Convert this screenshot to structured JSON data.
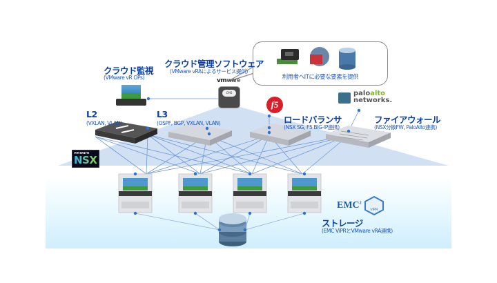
{
  "diagram": {
    "callout": {
      "text": "利用者へITに必要な要素を提供",
      "icons": [
        "cpu-memory-icon",
        "firewall-globe-icon",
        "database-icon"
      ]
    },
    "cloud_mgmt": {
      "title": "クラウド管理ソフトウェア",
      "subtitle": "(VMware vRAによるサービス提供)",
      "vendor_logo": "vmware",
      "device_label": "CMS"
    },
    "cloud_monitor": {
      "title": "クラウド監視",
      "subtitle": "(VMware vR OPs)"
    },
    "l2": {
      "title": "L2",
      "subtitle": "(VXLAN, VLAN)"
    },
    "l3": {
      "title": "L3",
      "subtitle": "(OSPF, BGP, VXLAN, VLAN)"
    },
    "load_balancer": {
      "title": "ロードバランサ",
      "subtitle": "(NSX SG, F5 BIG-IP連携)",
      "vendor_logo": "f5"
    },
    "firewall": {
      "title": "ファイアウォール",
      "subtitle": "(NSX分散FW, PaloAlto連携)",
      "vendor_logo_main": "palo",
      "vendor_logo_accent": "alto",
      "vendor_logo_line2": "networks."
    },
    "nsx_logo": {
      "top": "vmware",
      "main": "NSX"
    },
    "storage": {
      "title": "ストレージ",
      "subtitle": "(EMC ViPRとVMware vRA連携)",
      "vendor_logo": "EMC",
      "vendor_logo_sup": "2",
      "product_logo": "ViPR"
    },
    "servers_count": 4
  }
}
